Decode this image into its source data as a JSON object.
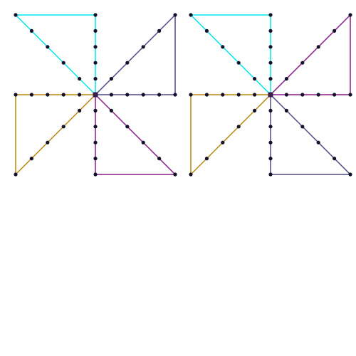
{
  "panels": [
    {
      "id": "left-panel",
      "triangles": [
        {
          "name": "top-left-triangle",
          "direction": "top-left",
          "color": "#00e5ee"
        },
        {
          "name": "top-right-triangle",
          "direction": "top-right",
          "color": "#4b4a8c"
        },
        {
          "name": "bottom-right-triangle",
          "direction": "bottom-right",
          "color": "#8b1a8b"
        },
        {
          "name": "bottom-left-triangle",
          "direction": "bottom-left",
          "color": "#b8860b"
        }
      ]
    },
    {
      "id": "right-panel",
      "triangles": [
        {
          "name": "top-left-triangle",
          "direction": "top-left",
          "color": "#00e5ee"
        },
        {
          "name": "top-right-triangle",
          "direction": "top-right",
          "color": "#8b1a8b"
        },
        {
          "name": "bottom-right-triangle",
          "direction": "bottom-right",
          "color": "#4b4a8c"
        },
        {
          "name": "bottom-left-triangle",
          "direction": "bottom-left",
          "color": "#b8860b"
        }
      ]
    }
  ],
  "dots_per_edge": 5,
  "dot_color": "#14112a"
}
